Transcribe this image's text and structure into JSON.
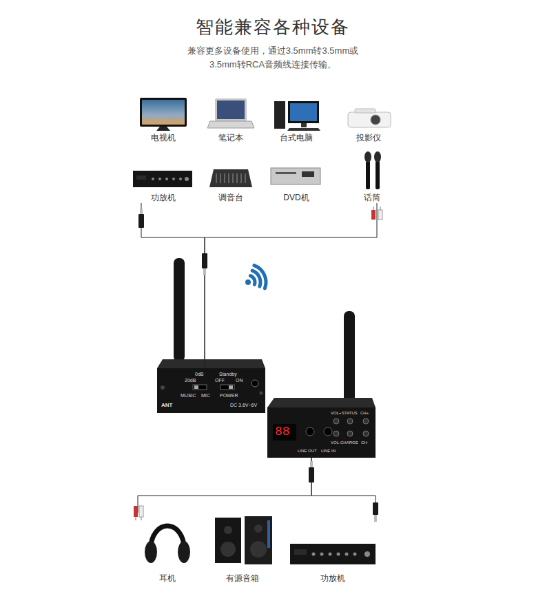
{
  "diagram": {
    "title": "智能兼容各种设备",
    "nodes": [
      {
        "text": [
          "电视机"
        ]
      },
      {
        "text": [
          "笔记本"
        ]
      },
      {
        "text": [
          "台式电脑"
        ]
      },
      {
        "text": [
          "投影仪"
        ]
      },
      {
        "text": [
          "功放机"
        ]
      },
      {
        "text": [
          "调音台"
        ]
      },
      {
        "text": [
          "DVD机"
        ]
      },
      {
        "text": [
          "话筒"
        ]
      },
      {
        "text": [
          "ANT",
          "0dB",
          "20dB",
          "MUSIC",
          "MIC",
          "Standby",
          "OFF",
          "ON",
          "POWER",
          "DC 3.6V~6V"
        ]
      },
      {
        "text": [
          "88",
          "VOL+",
          "STATUS",
          "CH+",
          "LINE OUT",
          "LINE IN",
          "VOL-",
          "CHARGE",
          "CH-"
        ]
      },
      {
        "text": [
          "耳机"
        ]
      },
      {
        "text": [
          "有源音箱"
        ]
      },
      {
        "text": [
          "功放机"
        ]
      }
    ],
    "edges": [
      {
        "from": 4,
        "to": 8,
        "arrow": "none"
      },
      {
        "from": 7,
        "to": 8,
        "arrow": "none"
      },
      {
        "from": 9,
        "to": 10,
        "arrow": "none"
      },
      {
        "from": 9,
        "to": 12,
        "arrow": "none"
      }
    ],
    "labels": [
      "兼容更多设备使用，通过3.5mm转3.5mm或 3.5mm转RCA音频线连接传输。"
    ]
  }
}
